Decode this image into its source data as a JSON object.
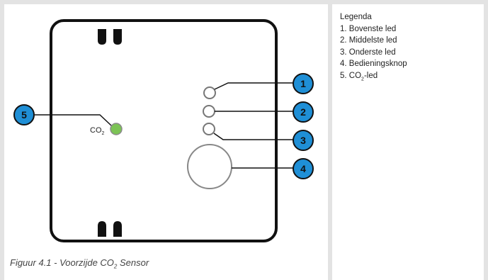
{
  "diagram": {
    "co2_label": "CO",
    "co2_sub": "2",
    "callouts": [
      "1",
      "2",
      "3",
      "4",
      "5"
    ]
  },
  "caption": {
    "text": "Figuur 4.1 - Voorzijde CO",
    "sub": "2",
    "suffix": " Sensor"
  },
  "legend": {
    "title": "Legenda",
    "items": [
      {
        "text": "1. Bovenste led"
      },
      {
        "text": "2. Middelste led"
      },
      {
        "text": "3. Onderste led"
      },
      {
        "text": "4. Bedieningsknop"
      },
      {
        "text": "5. CO",
        "sub": "2",
        "suffix": "-led"
      }
    ]
  },
  "colors": {
    "callout_fill": "#1f8fd6",
    "co2_led": "#7cc355",
    "frame": "#e3e3e3"
  }
}
